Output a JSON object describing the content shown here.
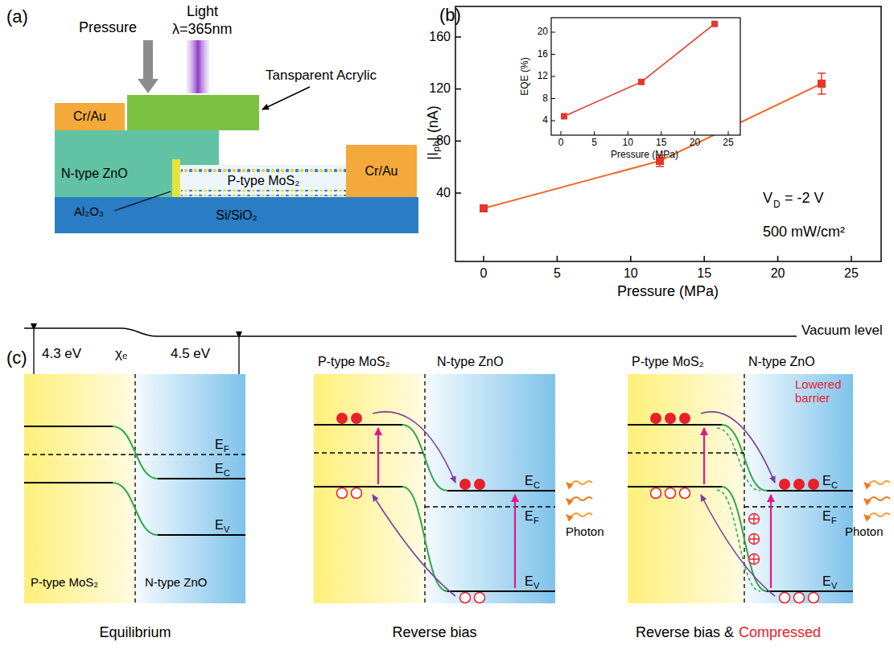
{
  "diagram": {
    "nodes": [
      {
        "text": [
          "Cr/Au"
        ]
      },
      {
        "text": [
          "N-type ZnO"
        ]
      },
      {
        "text": [
          "P-type MoS₂"
        ]
      },
      {
        "text": [
          "Cr/Au"
        ]
      },
      {
        "text": [
          "Si/SiO₂"
        ]
      },
      {
        "text": [
          "P-type MoS₂"
        ]
      },
      {
        "text": [
          "N-type ZnO"
        ]
      },
      {
        "text": [
          "P-type MoS₂"
        ]
      },
      {
        "text": [
          "N-type ZnO"
        ]
      },
      {
        "text": [
          "P-type MoS₂"
        ]
      },
      {
        "text": [
          "N-type ZnO"
        ]
      }
    ],
    "labels": [
      "(a)",
      "Pressure",
      "Light",
      "λ=365nm",
      "Tansparent Acrylic",
      "Al₂O₃",
      "(b)",
      "|Iₚₕ| (nA)",
      "160",
      "120",
      "80",
      "40",
      "0",
      "5",
      "10",
      "15",
      "20",
      "25",
      "Pressure (MPa)",
      "V",
      "D",
      "= -2 V",
      "500 mW/cm²",
      "EQE (%)",
      "20",
      "16",
      "12",
      "8",
      "4",
      "0",
      "5",
      "10",
      "15",
      "20",
      "25",
      "Pressure (MPa)",
      "(c)",
      "Vacuum level",
      "4.3 eV",
      "χₑ",
      "4.5 eV",
      "E",
      "C",
      "E",
      "F",
      "E",
      "V",
      "E",
      "C",
      "E",
      "F",
      "E",
      "V",
      "E",
      "C",
      "E",
      "F",
      "E",
      "V",
      "Lowered barrier",
      "Photon",
      "Photon",
      "Equilibrium",
      "Reverse bias",
      "Reverse bias &",
      "Compressed"
    ]
  }
}
